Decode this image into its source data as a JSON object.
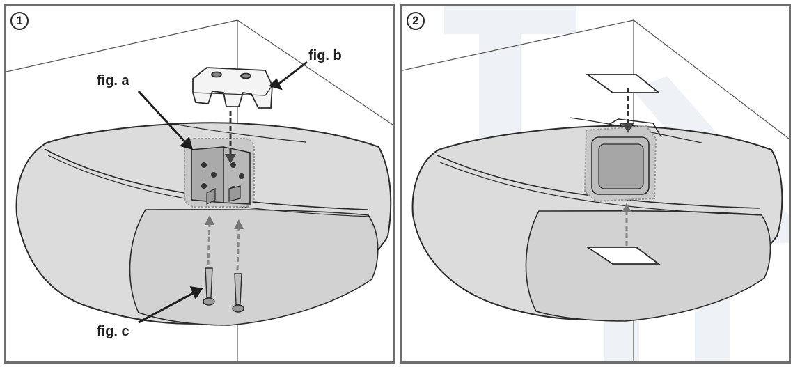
{
  "steps": [
    {
      "number": "1",
      "callouts": {
        "fig_a": "fig. a",
        "fig_b": "fig. b",
        "fig_c": "fig. c"
      }
    },
    {
      "number": "2"
    }
  ],
  "colors": {
    "frame": "#6e6e6e",
    "speaker_body": "#dcdcdc",
    "speaker_front": "#d2d2d2",
    "outline": "#2b2b2b",
    "watermark": "#eef1f5"
  }
}
